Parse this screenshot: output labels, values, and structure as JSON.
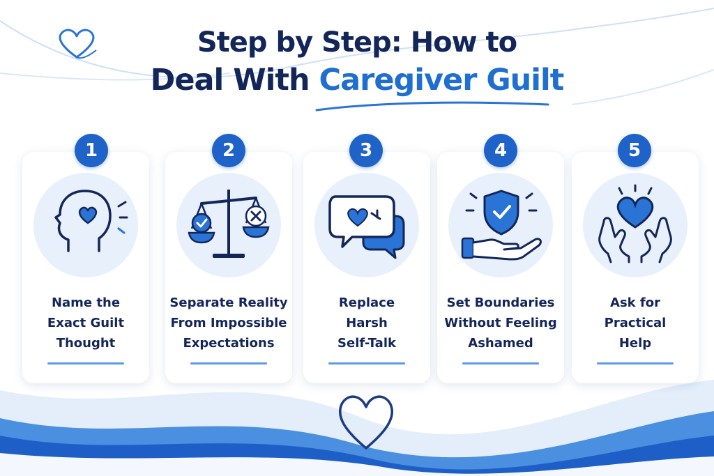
{
  "title": {
    "line1": "Step by Step: How to",
    "line2_plain": "Deal With ",
    "line2_accent": "Caregiver Guilt"
  },
  "colors": {
    "navy": "#13265a",
    "accent_blue": "#1f6fd1",
    "badge_blue": "#1f63c9",
    "icon_bg": "#e7f0fb",
    "light_blue": "#5b9be6"
  },
  "steps": [
    {
      "number": "1",
      "lines": [
        "Name the",
        "Exact Guilt",
        "Thought"
      ],
      "icon": "head-heart-icon"
    },
    {
      "number": "2",
      "lines": [
        "Separate Reality",
        "From Impossible",
        "Expectations"
      ],
      "icon": "balance-scale-icon"
    },
    {
      "number": "3",
      "lines": [
        "Replace",
        "Harsh",
        "Self-Talk"
      ],
      "icon": "speech-bubbles-heart-icon"
    },
    {
      "number": "4",
      "lines": [
        "Set Boundaries",
        "Without Feeling",
        "Ashamed"
      ],
      "icon": "hand-shield-icon"
    },
    {
      "number": "5",
      "lines": [
        "Ask for",
        "Practical",
        "Help"
      ],
      "icon": "hands-heart-icon"
    }
  ]
}
